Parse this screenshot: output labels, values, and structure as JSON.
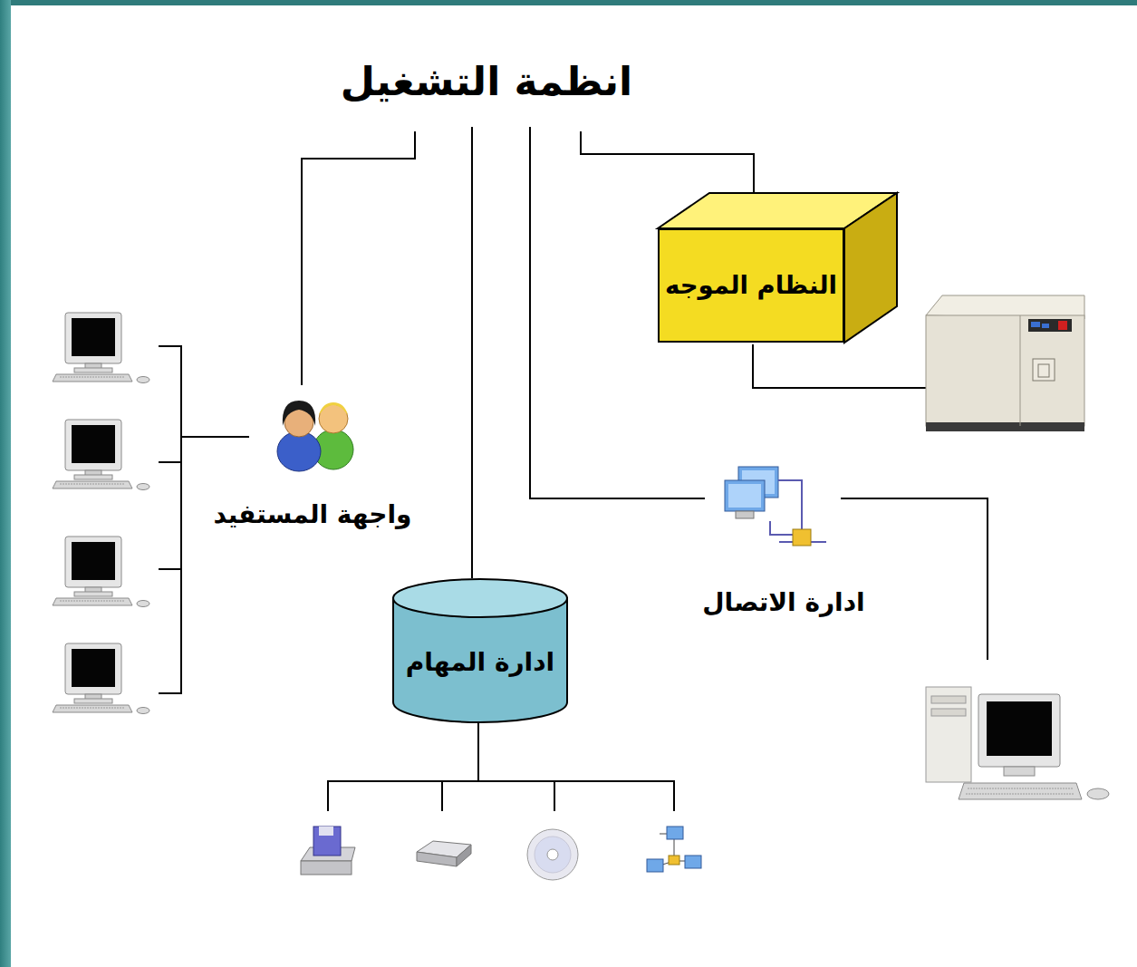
{
  "diagram": {
    "title": "انظمة التشغيل",
    "nodes": [
      {
        "text": [
          "النظام الموجه"
        ]
      },
      {
        "text": [
          "ادارة المهام"
        ]
      }
    ],
    "labels": [
      "واجهة المستفيد",
      "ادارة الاتصال"
    ]
  }
}
